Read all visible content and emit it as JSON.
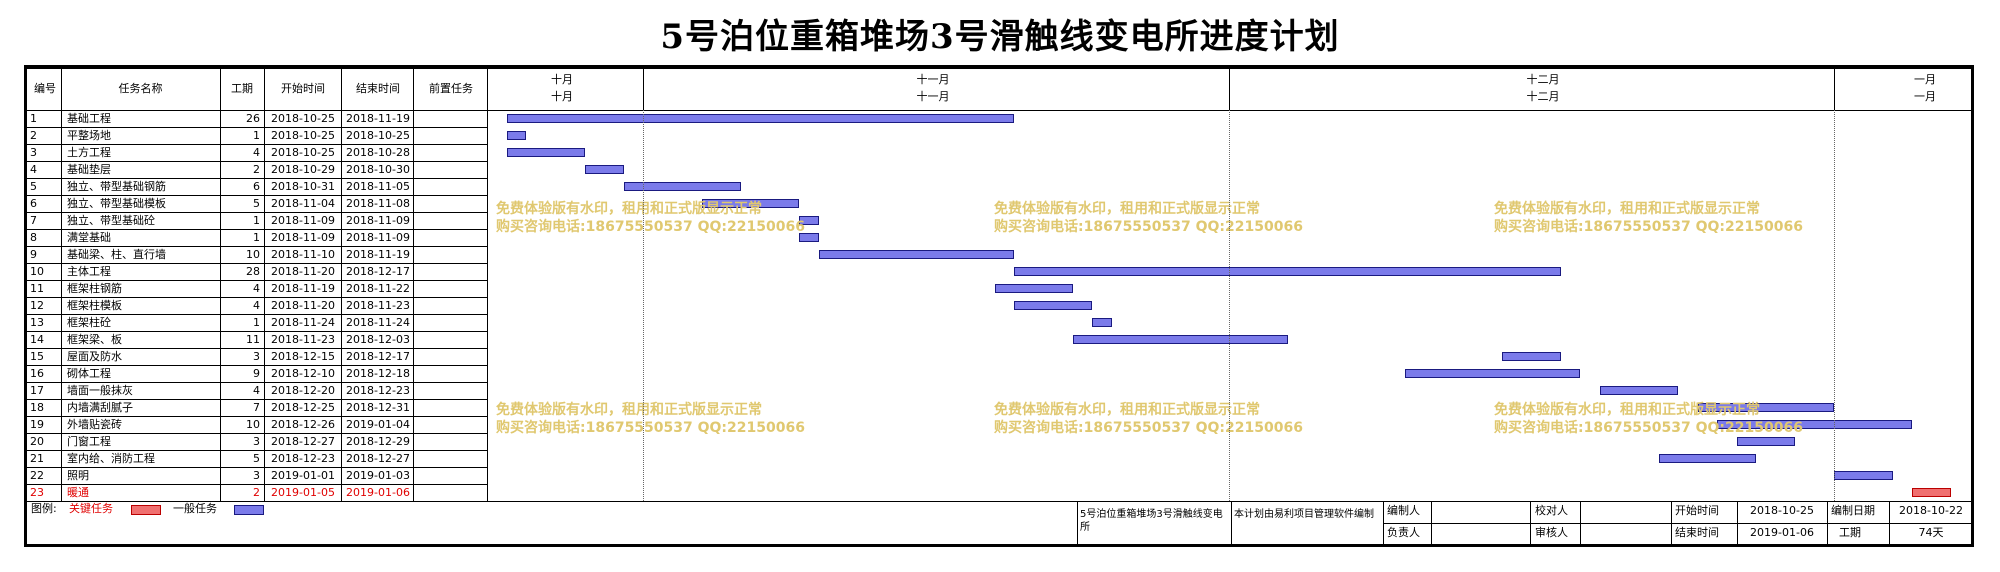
{
  "title": "5号泊位重箱堆场3号滑触线变电所进度计划",
  "headers": {
    "id": "编号",
    "name": "任务名称",
    "duration": "工期",
    "start": "开始时间",
    "end": "结束时间",
    "pred": "前置任务"
  },
  "timeline": {
    "top": [
      "十月",
      "十一月",
      "十二月",
      "一月"
    ],
    "bottom": [
      "十月",
      "十一月",
      "十二月",
      "一月"
    ]
  },
  "tasks": [
    {
      "id": "1",
      "name": "基础工程",
      "duration": "26",
      "start": "2018-10-25",
      "end": "2018-11-19",
      "critical": false
    },
    {
      "id": "2",
      "name": "平整场地",
      "duration": "1",
      "start": "2018-10-25",
      "end": "2018-10-25",
      "critical": false
    },
    {
      "id": "3",
      "name": "土方工程",
      "duration": "4",
      "start": "2018-10-25",
      "end": "2018-10-28",
      "critical": false
    },
    {
      "id": "4",
      "name": "基础垫层",
      "duration": "2",
      "start": "2018-10-29",
      "end": "2018-10-30",
      "critical": false
    },
    {
      "id": "5",
      "name": "独立、带型基础钢筋",
      "duration": "6",
      "start": "2018-10-31",
      "end": "2018-11-05",
      "critical": false
    },
    {
      "id": "6",
      "name": "独立、带型基础模板",
      "duration": "5",
      "start": "2018-11-04",
      "end": "2018-11-08",
      "critical": false
    },
    {
      "id": "7",
      "name": "独立、带型基础砼",
      "duration": "1",
      "start": "2018-11-09",
      "end": "2018-11-09",
      "critical": false
    },
    {
      "id": "8",
      "name": "满堂基础",
      "duration": "1",
      "start": "2018-11-09",
      "end": "2018-11-09",
      "critical": false
    },
    {
      "id": "9",
      "name": "基础梁、柱、直行墙",
      "duration": "10",
      "start": "2018-11-10",
      "end": "2018-11-19",
      "critical": false
    },
    {
      "id": "10",
      "name": "主体工程",
      "duration": "28",
      "start": "2018-11-20",
      "end": "2018-12-17",
      "critical": false
    },
    {
      "id": "11",
      "name": "框架柱钢筋",
      "duration": "4",
      "start": "2018-11-19",
      "end": "2018-11-22",
      "critical": false
    },
    {
      "id": "12",
      "name": "框架柱模板",
      "duration": "4",
      "start": "2018-11-20",
      "end": "2018-11-23",
      "critical": false
    },
    {
      "id": "13",
      "name": "框架柱砼",
      "duration": "1",
      "start": "2018-11-24",
      "end": "2018-11-24",
      "critical": false
    },
    {
      "id": "14",
      "name": "框架梁、板",
      "duration": "11",
      "start": "2018-11-23",
      "end": "2018-12-03",
      "critical": false
    },
    {
      "id": "15",
      "name": "屋面及防水",
      "duration": "3",
      "start": "2018-12-15",
      "end": "2018-12-17",
      "critical": false
    },
    {
      "id": "16",
      "name": "砌体工程",
      "duration": "9",
      "start": "2018-12-10",
      "end": "2018-12-18",
      "critical": false
    },
    {
      "id": "17",
      "name": "墙面一般抹灰",
      "duration": "4",
      "start": "2018-12-20",
      "end": "2018-12-23",
      "critical": false
    },
    {
      "id": "18",
      "name": "内墙满刮腻子",
      "duration": "7",
      "start": "2018-12-25",
      "end": "2018-12-31",
      "critical": false
    },
    {
      "id": "19",
      "name": "外墙贴瓷砖",
      "duration": "10",
      "start": "2018-12-26",
      "end": "2019-01-04",
      "critical": false
    },
    {
      "id": "20",
      "name": "门窗工程",
      "duration": "3",
      "start": "2018-12-27",
      "end": "2018-12-29",
      "critical": false
    },
    {
      "id": "21",
      "name": "室内给、消防工程",
      "duration": "5",
      "start": "2018-12-23",
      "end": "2018-12-27",
      "critical": false
    },
    {
      "id": "22",
      "name": "照明",
      "duration": "3",
      "start": "2019-01-01",
      "end": "2019-01-03",
      "critical": false
    },
    {
      "id": "23",
      "name": "暖通",
      "duration": "2",
      "start": "2019-01-05",
      "end": "2019-01-06",
      "critical": true
    }
  ],
  "watermark": {
    "line1": "免费体验版有水印，租用和正式版显示正常",
    "line2": "购买咨询电话:18675550537 QQ:22150066"
  },
  "legend": {
    "label": "图例:",
    "critical": "关键任务",
    "normal": "一般任务"
  },
  "footer": {
    "project_name": "5号泊位重箱堆场3号滑触线变电所",
    "software_note": "本计划由易利项目管理软件编制",
    "compiler_label": "编制人",
    "responsible_label": "负责人",
    "checker_label": "校对人",
    "reviewer_label": "审核人",
    "start_label": "开始时间",
    "start_value": "2018-10-25",
    "end_label": "结束时间",
    "end_value": "2019-01-06",
    "date_label": "编制日期",
    "date_value": "2018-10-22",
    "duration_label": "工期",
    "duration_value": "74天"
  },
  "colors": {
    "normal_bar": "#7b7bea",
    "critical_bar": "#f07070",
    "critical_text": "#e00000",
    "watermark": "#e0c870"
  },
  "timeline_range": {
    "start": "2018-10-25",
    "days_visible": 74
  }
}
